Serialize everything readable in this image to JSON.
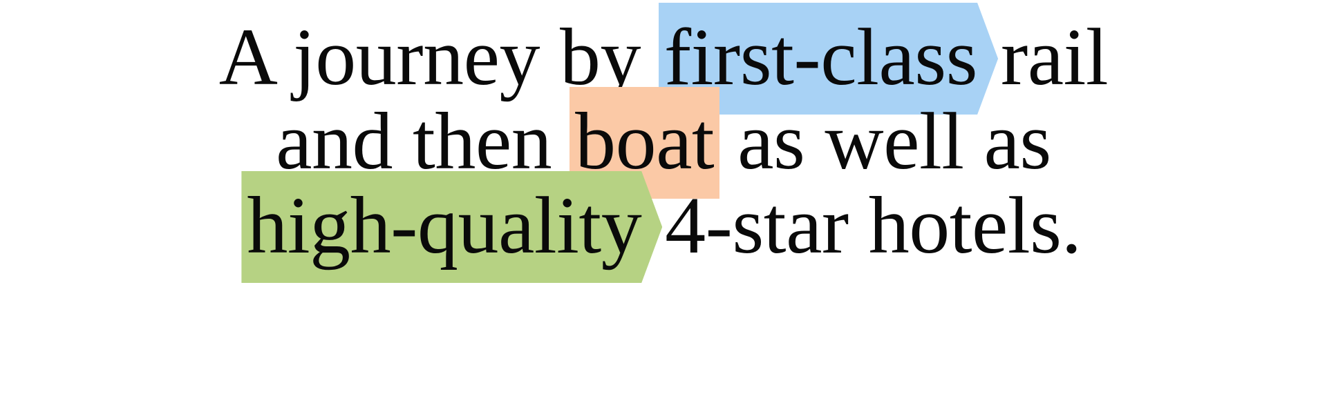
{
  "document": {
    "type": "highlighted-text-graphic",
    "background_color": "#ffffff",
    "text_color": "#0a0a0a",
    "full_text": "A journey by first-class rail and then boat as well as high-quality 4-star hotels.",
    "font_style": "serif",
    "alignment": "center"
  },
  "lines": [
    {
      "id": "line-1",
      "segments": [
        {
          "text": "A journey by ",
          "highlight": null
        },
        {
          "text": "first-class",
          "highlight": "blue",
          "shape": "arrow"
        },
        {
          "text": " rail",
          "highlight": null
        }
      ]
    },
    {
      "id": "line-2",
      "segments": [
        {
          "text": "and then ",
          "highlight": null
        },
        {
          "text": "boat",
          "highlight": "orange",
          "shape": "rect"
        },
        {
          "text": " as well as",
          "highlight": null
        }
      ]
    },
    {
      "id": "line-3",
      "segments": [
        {
          "text": "",
          "highlight": null
        },
        {
          "text": "high-quality",
          "highlight": "green",
          "shape": "arrow"
        },
        {
          "text": " 4-star hotels.",
          "highlight": null
        }
      ]
    }
  ],
  "line_1": {
    "pre": "A journey by",
    "highlighted": "first-class",
    "post": "rail"
  },
  "line_2": {
    "pre": "and then",
    "highlighted": "boat",
    "post": "as well as"
  },
  "line_3": {
    "pre": "",
    "highlighted": "high-quality",
    "post": "4-star hotels."
  },
  "highlight_colors": {
    "blue": "#A8D2F5",
    "orange": "#FBC9A6",
    "green": "#B6D283"
  }
}
